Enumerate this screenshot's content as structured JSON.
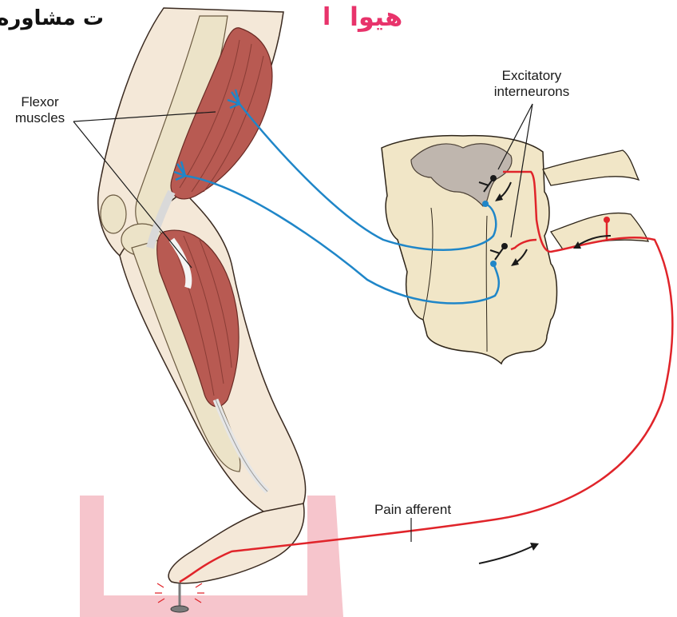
{
  "watermark": {
    "brand_text": "هیوا",
    "brand_letter": "ا",
    "consult_text": "ت مشاوره",
    "brand_color": "#e8336b",
    "watermark_bg": "#f6c5cc"
  },
  "labels": {
    "flexor_line1": "Flexor",
    "flexor_line2": "muscles",
    "excitatory_line1": "Excitatory",
    "excitatory_line2": "interneurons",
    "pain_afferent": "Pain afferent"
  },
  "colors": {
    "motor_neuron": "#1f86c8",
    "pain_afferent": "#e0242a",
    "muscle": "#b85a52",
    "bone": "#ece3c8",
    "skin": "#f4e8d8",
    "spinal_cord": "#f1e6c7",
    "gray_matter": "#bfb6ae",
    "arrow": "#1a1a1a"
  }
}
